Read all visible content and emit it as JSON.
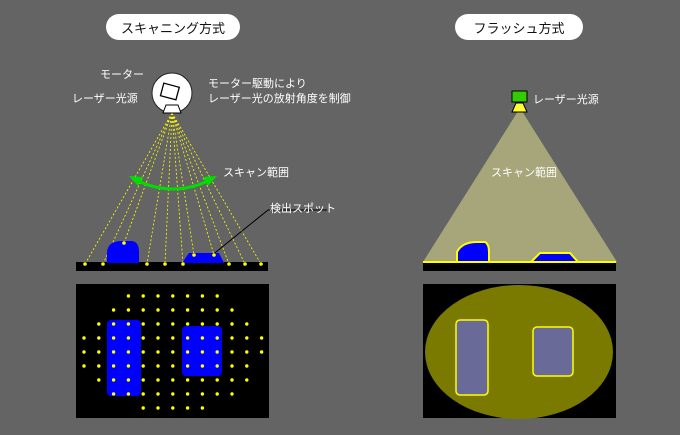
{
  "scanning": {
    "title": "スキャニング方式",
    "motor_label": "モーター",
    "laser_label": "レーザー光源",
    "motor_desc_1": "モーター駆動により",
    "motor_desc_2": "レーザー光の放射角度を制御",
    "scan_range_label": "スキャン範囲",
    "spot_label": "検出スポット"
  },
  "flash": {
    "title": "フラッシュ方式",
    "laser_label": "レーザー光源",
    "scan_range_label": "スキャン範囲"
  },
  "colors": {
    "background": "#646464",
    "laser_yellow": "#ffff00",
    "object_blue": "#0000ff",
    "arrow_green": "#00dd00",
    "flash_fill": "#7b7a00",
    "flash_beam": "#a7a67a",
    "flash_object": "#6a6a99"
  }
}
